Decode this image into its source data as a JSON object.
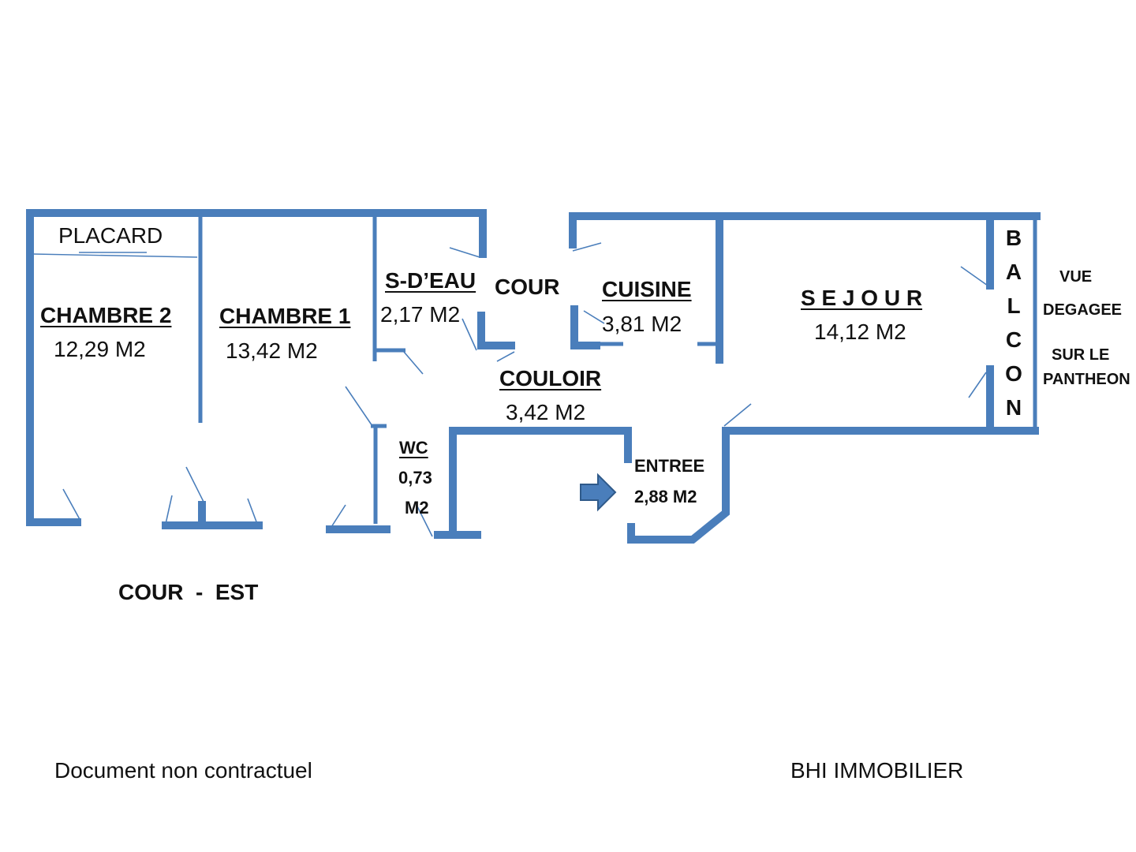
{
  "colors": {
    "walls": "#4a7ebb",
    "text": "#111111",
    "background": "#ffffff"
  },
  "rooms": {
    "placard": {
      "name": "PLACARD"
    },
    "chambre2": {
      "name": "CHAMBRE 2",
      "area": "12,29 M2"
    },
    "chambre1": {
      "name": "CHAMBRE 1",
      "area": "13,42 M2"
    },
    "sdeau": {
      "name": "S-D’EAU",
      "area": "2,17 M2"
    },
    "cour_inner": {
      "name": "COUR"
    },
    "cuisine": {
      "name": "CUISINE",
      "area": "3,81 M2"
    },
    "sejour": {
      "name": "S E J O U R",
      "area": "14,12 M2"
    },
    "couloir": {
      "name": "COULOIR",
      "area": "3,42 M2"
    },
    "wc": {
      "name": "WC",
      "area_value": "0,73",
      "area_unit": "M2"
    },
    "entree": {
      "name": "ENTREE",
      "area": "2,88 M2"
    }
  },
  "balcon_letters": [
    "B",
    "A",
    "L",
    "C",
    "O",
    "N"
  ],
  "view_note": {
    "line1": "VUE",
    "line2": "DEGAGEE",
    "line3": "SUR LE",
    "line4": "PANTHEON"
  },
  "cour_est": "COUR  -  EST",
  "entrance_arrow_icon": "arrow-right-icon",
  "footer": {
    "disclaimer": "Document non contractuel",
    "agency": "BHI IMMOBILIER"
  }
}
